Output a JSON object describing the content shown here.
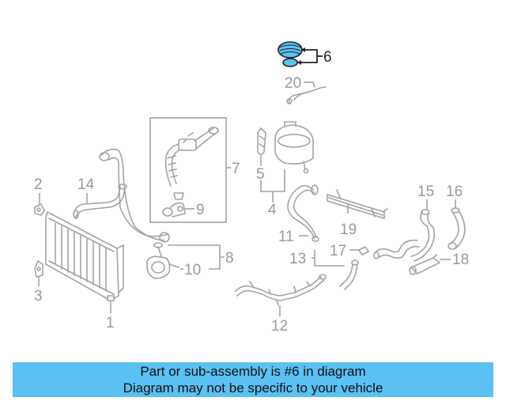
{
  "callouts": [
    {
      "id": "c1",
      "label": "1"
    },
    {
      "id": "c2",
      "label": "2"
    },
    {
      "id": "c3",
      "label": "3"
    },
    {
      "id": "c4",
      "label": "4"
    },
    {
      "id": "c5",
      "label": "5"
    },
    {
      "id": "c6",
      "label": "6",
      "highlighted": true
    },
    {
      "id": "c7",
      "label": "7"
    },
    {
      "id": "c8",
      "label": "8"
    },
    {
      "id": "c9",
      "label": "9"
    },
    {
      "id": "c10",
      "label": "10"
    },
    {
      "id": "c11",
      "label": "11"
    },
    {
      "id": "c12",
      "label": "12"
    },
    {
      "id": "c13",
      "label": "13"
    },
    {
      "id": "c14",
      "label": "14"
    },
    {
      "id": "c15",
      "label": "15"
    },
    {
      "id": "c16",
      "label": "16"
    },
    {
      "id": "c17",
      "label": "17"
    },
    {
      "id": "c18",
      "label": "18"
    },
    {
      "id": "c19",
      "label": "19"
    },
    {
      "id": "c20",
      "label": "20"
    }
  ],
  "highlight_color": "#5bc0f2",
  "banner": {
    "line1": "Part or sub-assembly is #6 in diagram",
    "line2": "Diagram may not be specific to your vehicle",
    "background": "#5bc0f2"
  }
}
